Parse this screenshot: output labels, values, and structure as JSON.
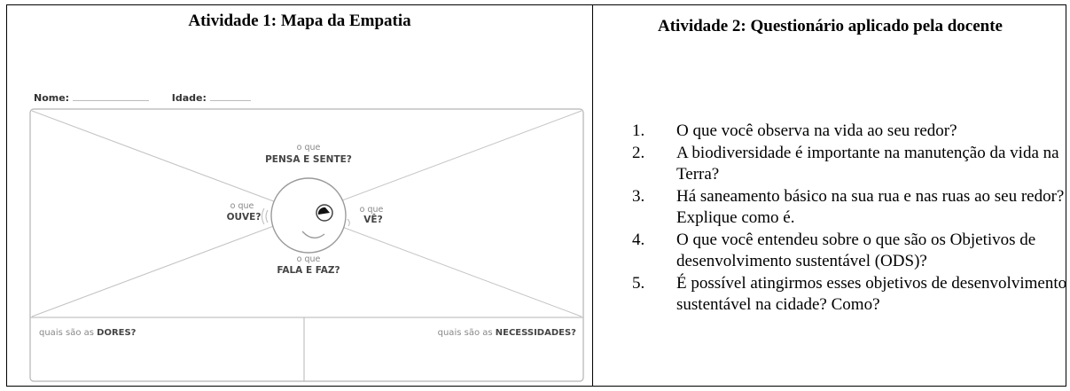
{
  "activity1": {
    "title": "Atividade 1: Mapa da Empatia",
    "form": {
      "name_label": "Nome:",
      "age_label": "Idade:"
    },
    "map": {
      "top_small": "o que",
      "top_big": "PENSA E SENTE?",
      "left_small": "o que",
      "left_big": "OUVE?",
      "right_small": "o que",
      "right_big": "VÊ?",
      "bottom_small": "o que",
      "bottom_big": "FALA E FAZ?",
      "pains_prefix": "quais são as ",
      "pains_bold": "DORES?",
      "needs_prefix": "quais são as ",
      "needs_bold": "NECESSIDADES?"
    }
  },
  "activity2": {
    "title": "Atividade 2: Questionário aplicado pela docente",
    "questions": [
      {
        "number": "1.",
        "text": "O que você observa na vida ao seu redor?"
      },
      {
        "number": "2.",
        "text": "A biodiversidade é importante na manutenção da vida na Terra?"
      },
      {
        "number": "3.",
        "text": "Há saneamento básico na sua rua e nas ruas ao seu redor? Explique como é."
      },
      {
        "number": "4.",
        "text": "O que você entendeu sobre o que são os Objetivos de desenvolvimento sustentável (ODS)?"
      },
      {
        "number": "5.",
        "text": "É possível atingirmos esses objetivos de desenvolvimento sustentável na cidade? Como?"
      }
    ]
  }
}
